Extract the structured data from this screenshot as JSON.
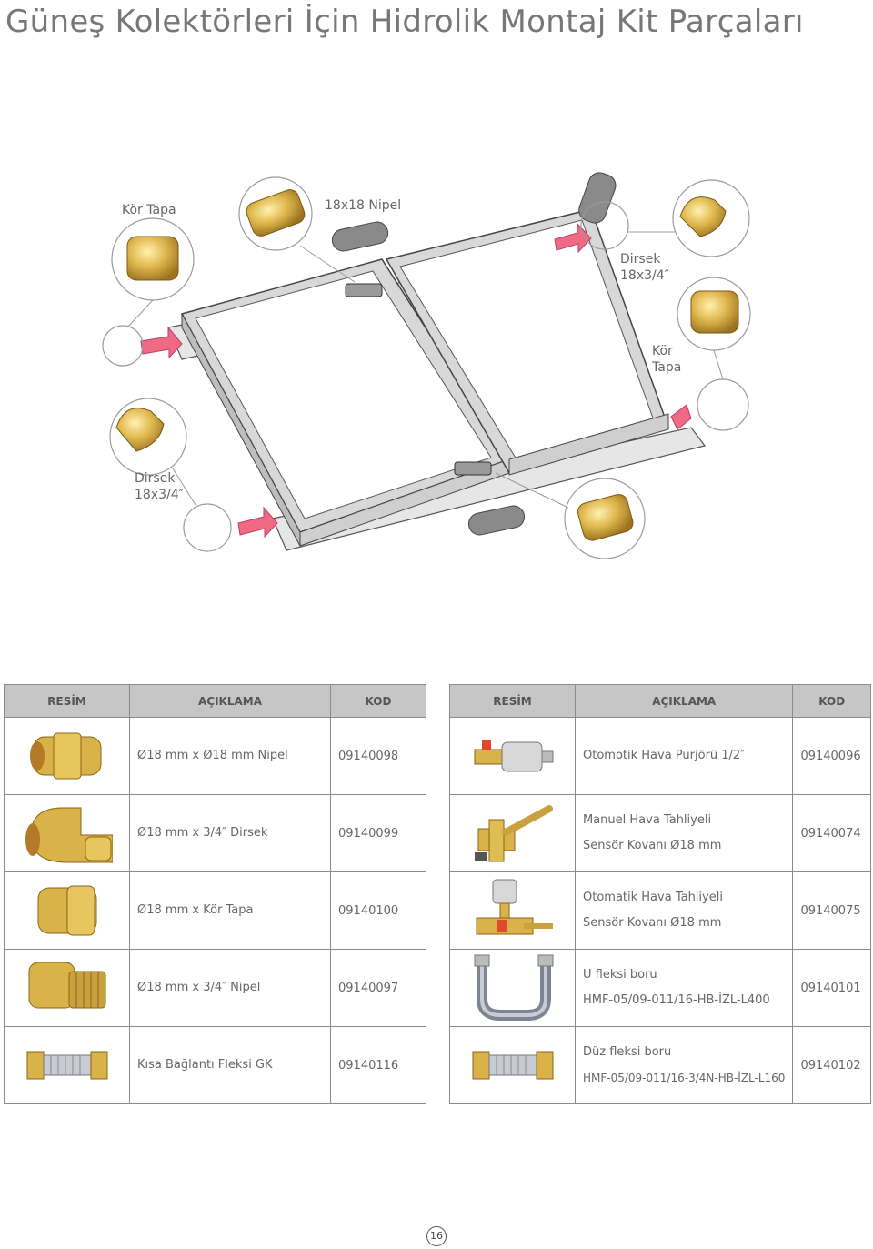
{
  "title": "Güneş Kolektörleri İçin Hidrolik Montaj Kit Parçaları",
  "diagram": {
    "labels": {
      "kor_tapa_left": "Kör Tapa",
      "nipel_top": "18x18 Nipel",
      "dirsek_top_right_1": "Dirsek",
      "dirsek_top_right_2": "18x3/4″",
      "kor_tapa_right_1": "Kör",
      "kor_tapa_right_2": "Tapa",
      "dirsek_left_1": "Dirsek",
      "dirsek_left_2": "18x3/4″"
    }
  },
  "left_table": {
    "headers": [
      "RESİM",
      "AÇIKLAMA",
      "KOD"
    ],
    "rows": [
      {
        "icon": "nipple-fitting-icon",
        "desc1": "Ø18 mm x Ø18 mm Nipel",
        "desc2": "",
        "code": "09140098"
      },
      {
        "icon": "elbow-fitting-icon",
        "desc1": "Ø18 mm x 3/4″ Dirsek",
        "desc2": "",
        "code": "09140099"
      },
      {
        "icon": "blind-cap-icon",
        "desc1": "Ø18 mm x Kör Tapa",
        "desc2": "",
        "code": "09140100"
      },
      {
        "icon": "threaded-nipple-icon",
        "desc1": "Ø18 mm x 3/4″ Nipel",
        "desc2": "",
        "code": "09140097"
      },
      {
        "icon": "short-flex-icon",
        "desc1": "Kısa Bağlantı Fleksi GK",
        "desc2": "",
        "code": "09140116"
      }
    ]
  },
  "right_table": {
    "headers": [
      "RESİM",
      "AÇIKLAMA",
      "KOD"
    ],
    "rows": [
      {
        "icon": "air-vent-icon",
        "desc1": "Otomotik Hava Purjörü 1/2″",
        "desc2": "",
        "code": "09140096"
      },
      {
        "icon": "manual-valve-icon",
        "desc1": "Manuel Hava Tahliyeli",
        "desc2": "Sensör Kovanı Ø18 mm",
        "code": "09140074"
      },
      {
        "icon": "auto-valve-icon",
        "desc1": "Otomatik Hava Tahliyeli",
        "desc2": "Sensör Kovanı Ø18 mm",
        "code": "09140075"
      },
      {
        "icon": "u-flex-hose-icon",
        "desc1": "U fleksi boru",
        "desc2": "HMF-05/09-011/16-HB-İZL-L400",
        "code": "09140101"
      },
      {
        "icon": "straight-flex-hose-icon",
        "desc1": "Düz fleksi boru",
        "desc2": "HMF-05/09-011/16-3/4N-HB-İZL-L160",
        "code": "09140102"
      }
    ]
  },
  "page_number": "16",
  "colors": {
    "brass": "#d9b24a",
    "header_gray": "#c6c6c6",
    "arrow_pink": "#f06a86"
  }
}
